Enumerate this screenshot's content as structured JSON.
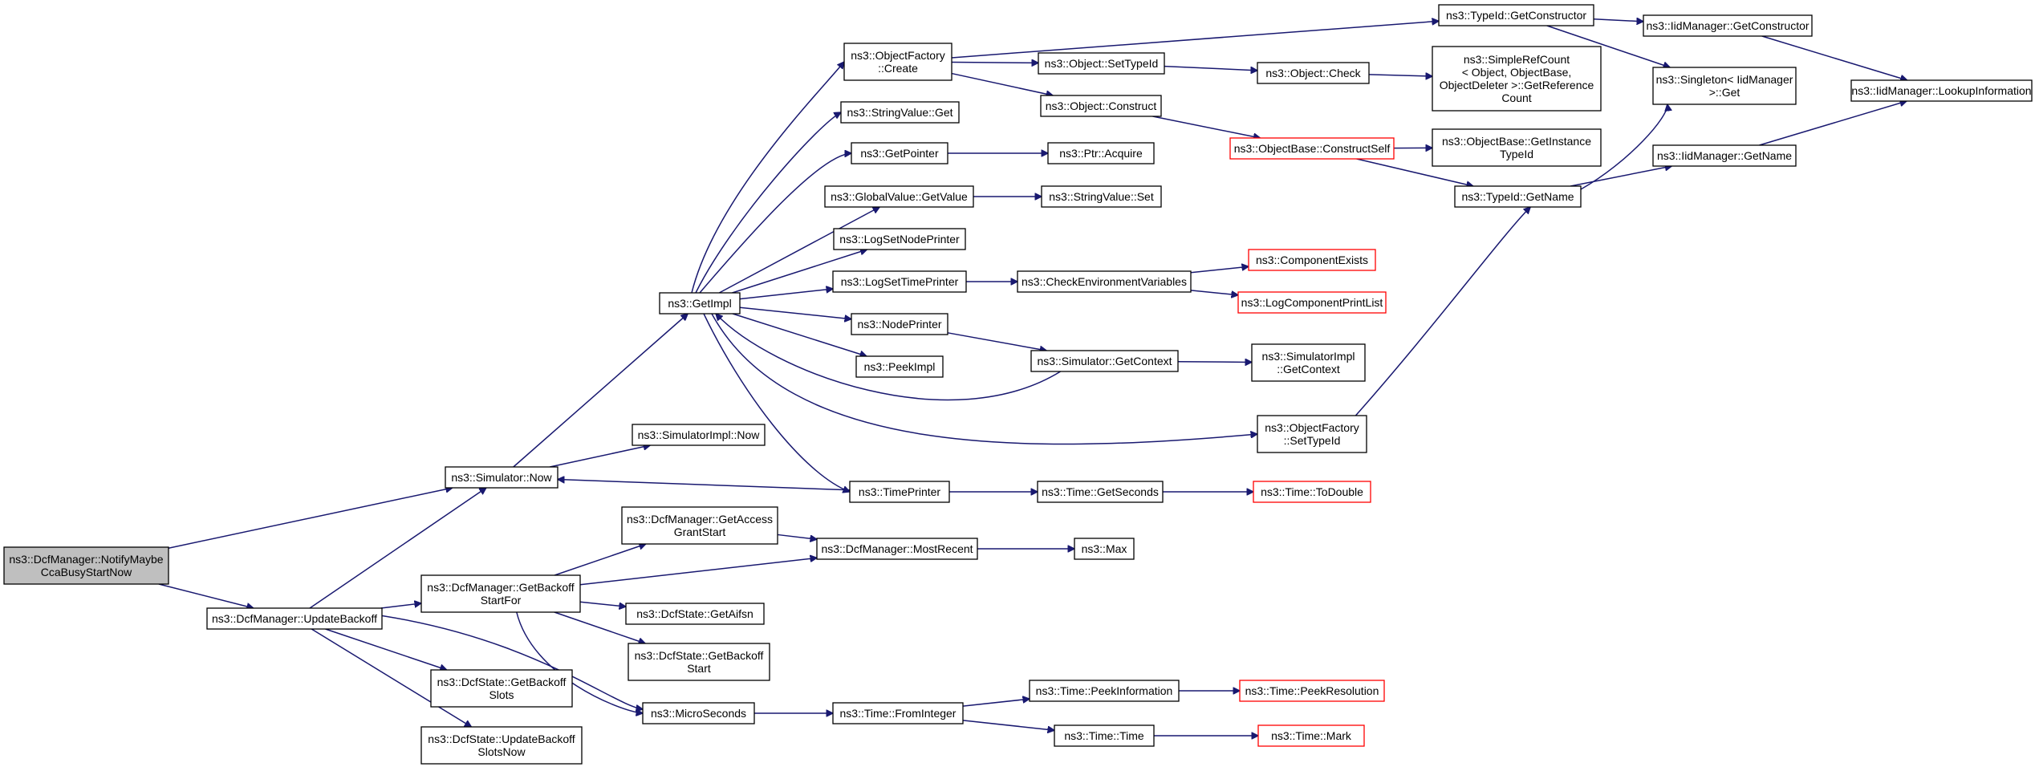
{
  "colors": {
    "edge": "#191970",
    "node_border": "#000000",
    "truncated_node_border": "#ff0000",
    "root_fill": "#bfbfbf",
    "node_fill": "#ffffff"
  },
  "nodes": {
    "root": {
      "lines": [
        "ns3::DcfManager::NotifyMaybe",
        "CcaBusyStartNow"
      ],
      "highlighted": true
    },
    "sim_now": {
      "lines": [
        "ns3::Simulator::Now"
      ]
    },
    "update_backoff": {
      "lines": [
        "ns3::DcfManager::UpdateBackoff"
      ]
    },
    "get_impl": {
      "lines": [
        "ns3::GetImpl"
      ]
    },
    "simimpl_now": {
      "lines": [
        "ns3::SimulatorImpl::Now"
      ]
    },
    "get_backoff_start_for": {
      "lines": [
        "ns3::DcfManager::GetBackoff",
        "StartFor"
      ]
    },
    "dcfstate_get_backoff_slots": {
      "lines": [
        "ns3::DcfState::GetBackoff",
        "Slots"
      ]
    },
    "dcfstate_update_backoff_slots_now": {
      "lines": [
        "ns3::DcfState::UpdateBackoff",
        "SlotsNow"
      ]
    },
    "of_create": {
      "lines": [
        "ns3::ObjectFactory",
        "::Create"
      ]
    },
    "stringvalue_get": {
      "lines": [
        "ns3::StringValue::Get"
      ]
    },
    "get_pointer": {
      "lines": [
        "ns3::GetPointer"
      ]
    },
    "globalvalue_getvalue": {
      "lines": [
        "ns3::GlobalValue::GetValue"
      ]
    },
    "log_set_node_printer": {
      "lines": [
        "ns3::LogSetNodePrinter"
      ]
    },
    "log_set_time_printer": {
      "lines": [
        "ns3::LogSetTimePrinter"
      ]
    },
    "node_printer": {
      "lines": [
        "ns3::NodePrinter"
      ]
    },
    "peek_impl": {
      "lines": [
        "ns3::PeekImpl"
      ]
    },
    "time_printer": {
      "lines": [
        "ns3::TimePrinter"
      ]
    },
    "get_access_grant_start": {
      "lines": [
        "ns3::DcfManager::GetAccess",
        "GrantStart"
      ]
    },
    "most_recent": {
      "lines": [
        "ns3::DcfManager::MostRecent"
      ]
    },
    "get_aifsn": {
      "lines": [
        "ns3::DcfState::GetAifsn"
      ]
    },
    "dcfstate_get_backoff_start": {
      "lines": [
        "ns3::DcfState::GetBackoff",
        "Start"
      ]
    },
    "micro_seconds": {
      "lines": [
        "ns3::MicroSeconds"
      ]
    },
    "object_set_type_id": {
      "lines": [
        "ns3::Object::SetTypeId"
      ]
    },
    "object_construct": {
      "lines": [
        "ns3::Object::Construct"
      ]
    },
    "ptr_acquire": {
      "lines": [
        "ns3::Ptr::Acquire"
      ]
    },
    "stringvalue_set": {
      "lines": [
        "ns3::StringValue::Set"
      ]
    },
    "check_env_vars": {
      "lines": [
        "ns3::CheckEnvironmentVariables"
      ]
    },
    "simulator_get_context": {
      "lines": [
        "ns3::Simulator::GetContext"
      ]
    },
    "of_set_type_id": {
      "lines": [
        "ns3::ObjectFactory",
        "::SetTypeId"
      ]
    },
    "time_get_seconds": {
      "lines": [
        "ns3::Time::GetSeconds"
      ]
    },
    "max": {
      "lines": [
        "ns3::Max"
      ]
    },
    "time_from_integer": {
      "lines": [
        "ns3::Time::FromInteger"
      ]
    },
    "typeid_get_constructor": {
      "lines": [
        "ns3::TypeId::GetConstructor"
      ]
    },
    "object_check": {
      "lines": [
        "ns3::Object::Check"
      ]
    },
    "objectbase_construct_self": {
      "lines": [
        "ns3::ObjectBase::ConstructSelf"
      ],
      "truncated": true
    },
    "component_exists": {
      "lines": [
        "ns3::ComponentExists"
      ],
      "truncated": true
    },
    "log_component_print_list": {
      "lines": [
        "ns3::LogComponentPrintList"
      ],
      "truncated": true
    },
    "simimpl_get_context": {
      "lines": [
        "ns3::SimulatorImpl",
        "::GetContext"
      ]
    },
    "time_to_double": {
      "lines": [
        "ns3::Time::ToDouble"
      ],
      "truncated": true
    },
    "time_peek_information": {
      "lines": [
        "ns3::Time::PeekInformation"
      ]
    },
    "time_time": {
      "lines": [
        "ns3::Time::Time"
      ]
    },
    "simple_ref_count": {
      "lines": [
        "ns3::SimpleRefCount",
        "< Object, ObjectBase,",
        "ObjectDeleter >::GetReference",
        "Count"
      ]
    },
    "objectbase_get_instance_type_id": {
      "lines": [
        "ns3::ObjectBase::GetInstance",
        "TypeId"
      ]
    },
    "typeid_get_name": {
      "lines": [
        "ns3::TypeId::GetName"
      ]
    },
    "time_peek_resolution": {
      "lines": [
        "ns3::Time::PeekResolution"
      ],
      "truncated": true
    },
    "time_mark": {
      "lines": [
        "ns3::Time::Mark"
      ],
      "truncated": true
    },
    "iidmanager_get_constructor": {
      "lines": [
        "ns3::IidManager::GetConstructor"
      ]
    },
    "singleton_iidmanager_get": {
      "lines": [
        "ns3::Singleton< IidManager",
        ">::Get"
      ]
    },
    "iidmanager_get_name": {
      "lines": [
        "ns3::IidManager::GetName"
      ]
    },
    "iidmanager_lookup_information": {
      "lines": [
        "ns3::IidManager::LookupInformation"
      ]
    }
  },
  "edges": [
    [
      "root",
      "sim_now"
    ],
    [
      "root",
      "update_backoff"
    ],
    [
      "sim_now",
      "get_impl"
    ],
    [
      "sim_now",
      "simimpl_now"
    ],
    [
      "update_backoff",
      "sim_now"
    ],
    [
      "update_backoff",
      "get_backoff_start_for"
    ],
    [
      "update_backoff",
      "dcfstate_get_backoff_slots"
    ],
    [
      "update_backoff",
      "dcfstate_update_backoff_slots_now"
    ],
    [
      "update_backoff",
      "micro_seconds"
    ],
    [
      "get_impl",
      "of_create"
    ],
    [
      "get_impl",
      "stringvalue_get"
    ],
    [
      "get_impl",
      "get_pointer"
    ],
    [
      "get_impl",
      "globalvalue_getvalue"
    ],
    [
      "get_impl",
      "log_set_node_printer"
    ],
    [
      "get_impl",
      "log_set_time_printer"
    ],
    [
      "get_impl",
      "node_printer"
    ],
    [
      "get_impl",
      "peek_impl"
    ],
    [
      "get_impl",
      "time_printer"
    ],
    [
      "get_impl",
      "of_set_type_id"
    ],
    [
      "get_backoff_start_for",
      "get_access_grant_start"
    ],
    [
      "get_backoff_start_for",
      "most_recent"
    ],
    [
      "get_backoff_start_for",
      "get_aifsn"
    ],
    [
      "get_backoff_start_for",
      "dcfstate_get_backoff_start"
    ],
    [
      "get_backoff_start_for",
      "micro_seconds"
    ],
    [
      "get_access_grant_start",
      "most_recent"
    ],
    [
      "most_recent",
      "max"
    ],
    [
      "micro_seconds",
      "time_from_integer"
    ],
    [
      "time_from_integer",
      "time_peek_information"
    ],
    [
      "time_from_integer",
      "time_time"
    ],
    [
      "time_peek_information",
      "time_peek_resolution"
    ],
    [
      "time_time",
      "time_mark"
    ],
    [
      "time_printer",
      "sim_now"
    ],
    [
      "time_printer",
      "time_get_seconds"
    ],
    [
      "time_get_seconds",
      "time_to_double"
    ],
    [
      "of_create",
      "typeid_get_constructor"
    ],
    [
      "of_create",
      "object_set_type_id"
    ],
    [
      "of_create",
      "object_construct"
    ],
    [
      "object_set_type_id",
      "object_check"
    ],
    [
      "object_check",
      "simple_ref_count"
    ],
    [
      "object_construct",
      "objectbase_construct_self"
    ],
    [
      "objectbase_construct_self",
      "objectbase_get_instance_type_id"
    ],
    [
      "objectbase_construct_self",
      "typeid_get_name"
    ],
    [
      "get_pointer",
      "ptr_acquire"
    ],
    [
      "globalvalue_getvalue",
      "stringvalue_set"
    ],
    [
      "log_set_time_printer",
      "check_env_vars"
    ],
    [
      "check_env_vars",
      "component_exists"
    ],
    [
      "check_env_vars",
      "log_component_print_list"
    ],
    [
      "node_printer",
      "simulator_get_context"
    ],
    [
      "simulator_get_context",
      "get_impl"
    ],
    [
      "simulator_get_context",
      "simimpl_get_context"
    ],
    [
      "of_set_type_id",
      "typeid_get_name"
    ],
    [
      "typeid_get_constructor",
      "iidmanager_get_constructor"
    ],
    [
      "typeid_get_constructor",
      "singleton_iidmanager_get"
    ],
    [
      "typeid_get_name",
      "singleton_iidmanager_get"
    ],
    [
      "typeid_get_name",
      "iidmanager_get_name"
    ],
    [
      "iidmanager_get_constructor",
      "iidmanager_lookup_information"
    ],
    [
      "iidmanager_get_name",
      "iidmanager_lookup_information"
    ]
  ]
}
